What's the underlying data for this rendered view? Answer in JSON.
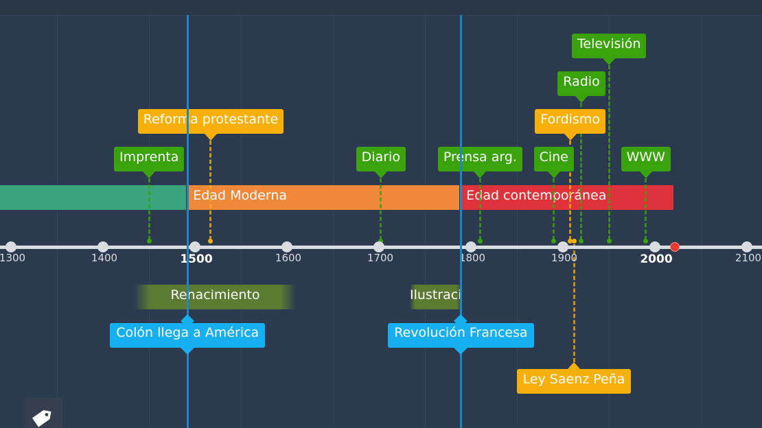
{
  "axis": {
    "ticks": [
      {
        "year": 1300,
        "label": "1300",
        "major": false
      },
      {
        "year": 1400,
        "label": "1400",
        "major": false
      },
      {
        "year": 1500,
        "label": "1500",
        "major": true
      },
      {
        "year": 1600,
        "label": "1600",
        "major": false
      },
      {
        "year": 1700,
        "label": "1700",
        "major": false
      },
      {
        "year": 1800,
        "label": "1800",
        "major": false
      },
      {
        "year": 1900,
        "label": "1900",
        "major": false
      },
      {
        "year": 2000,
        "label": "2000",
        "major": true
      },
      {
        "year": 2100,
        "label": "2100",
        "major": false
      }
    ],
    "now_year": 2022
  },
  "eras": [
    {
      "name": "",
      "start": 1200,
      "end": 1492,
      "color": "#3aa57c"
    },
    {
      "name": "Edad Moderna",
      "start": 1492,
      "end": 1789,
      "color": "#f0883a"
    },
    {
      "name": "Edad contemporánea",
      "start": 1789,
      "end": 2022,
      "color": "#e0323a"
    }
  ],
  "top_labels": [
    {
      "text": "Imprenta",
      "year": 1450,
      "level": 1,
      "color": "green"
    },
    {
      "text": "Reforma protestante",
      "year": 1517,
      "level": 2,
      "color": "amber"
    },
    {
      "text": "Diario",
      "year": 1702,
      "level": 1,
      "color": "green"
    },
    {
      "text": "Prensa arg.",
      "year": 1810,
      "level": 1,
      "color": "green"
    },
    {
      "text": "Cine",
      "year": 1890,
      "level": 1,
      "color": "green"
    },
    {
      "text": "Fordismo",
      "year": 1908,
      "level": 2,
      "color": "amber"
    },
    {
      "text": "Radio",
      "year": 1920,
      "level": 3,
      "color": "green"
    },
    {
      "text": "Televisión",
      "year": 1950,
      "level": 4,
      "color": "green"
    },
    {
      "text": "WWW",
      "year": 1990,
      "level": 1,
      "color": "green"
    }
  ],
  "bottom_amber": {
    "text": "Ley Saenz Peña",
    "year": 1912
  },
  "periods": [
    {
      "text": "Renacimiento",
      "start": 1400,
      "end": 1600
    },
    {
      "text": "Ilustració",
      "start": 1700,
      "end": 1780
    }
  ],
  "events": [
    {
      "text": "Colón llega a América",
      "year": 1492
    },
    {
      "text": "Revolución Francesa",
      "year": 1789
    }
  ],
  "tag_button": {
    "icon": "tag-icon"
  }
}
